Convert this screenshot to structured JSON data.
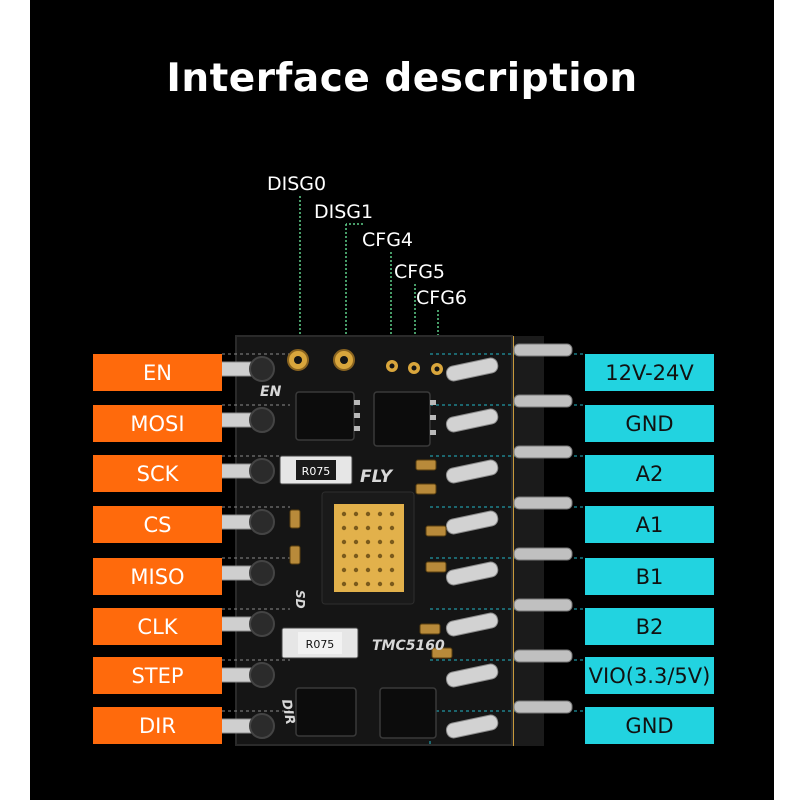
{
  "title": "Interface description",
  "top_labels": [
    "DISG0",
    "DISG1",
    "CFG4",
    "CFG5",
    "CFG6"
  ],
  "left_pins": [
    "EN",
    "MOSI",
    "SCK",
    "CS",
    "MISO",
    "CLK",
    "STEP",
    "DIR"
  ],
  "right_pins": [
    "12V-24V",
    "GND",
    "A2",
    "A1",
    "B1",
    "B2",
    "VIO(3.3/5V)",
    "GND"
  ],
  "silkscreen": {
    "en": "EN",
    "fly": "FLY",
    "sd": "SD",
    "dir": "DIR",
    "chip": "TMC5160",
    "resistor_1": "R075",
    "resistor_2": "R075"
  },
  "colors": {
    "background": "#000000",
    "left_label": "#ff6a0c",
    "right_label": "#22d3e0",
    "pcb": "#151515",
    "guide_green": "#5fcf8a"
  }
}
